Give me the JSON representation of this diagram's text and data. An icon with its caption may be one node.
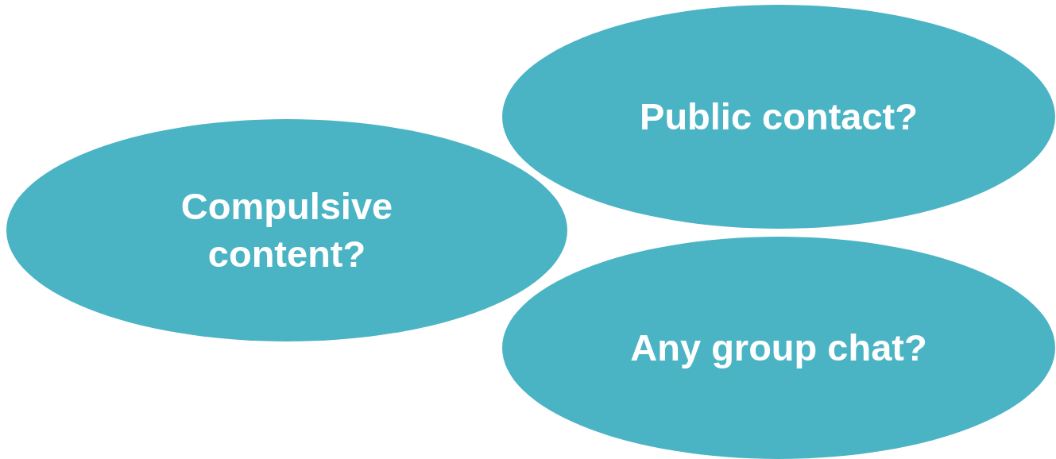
{
  "diagram": {
    "nodes": [
      {
        "text": [
          "Public contact?"
        ]
      },
      {
        "text": [
          "Compulsive content?"
        ]
      },
      {
        "text": [
          "Any group chat?"
        ]
      }
    ]
  }
}
